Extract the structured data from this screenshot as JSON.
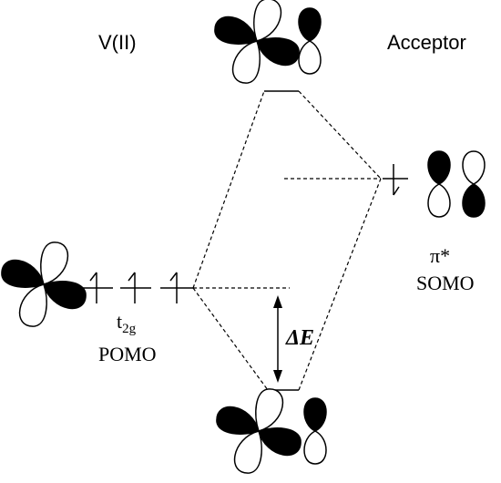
{
  "labels": {
    "left_title": "V(II)",
    "right_title": "Acceptor",
    "left_orbital_base": "t",
    "left_orbital_sub": "2g",
    "left_orbital_name": "POMO",
    "right_orbital_symbol": "π*",
    "right_orbital_name": "SOMO",
    "energy_gap_symbol": "Δ",
    "energy_gap_letter": "E"
  },
  "colors": {
    "ink": "#000000",
    "paper": "#ffffff"
  }
}
